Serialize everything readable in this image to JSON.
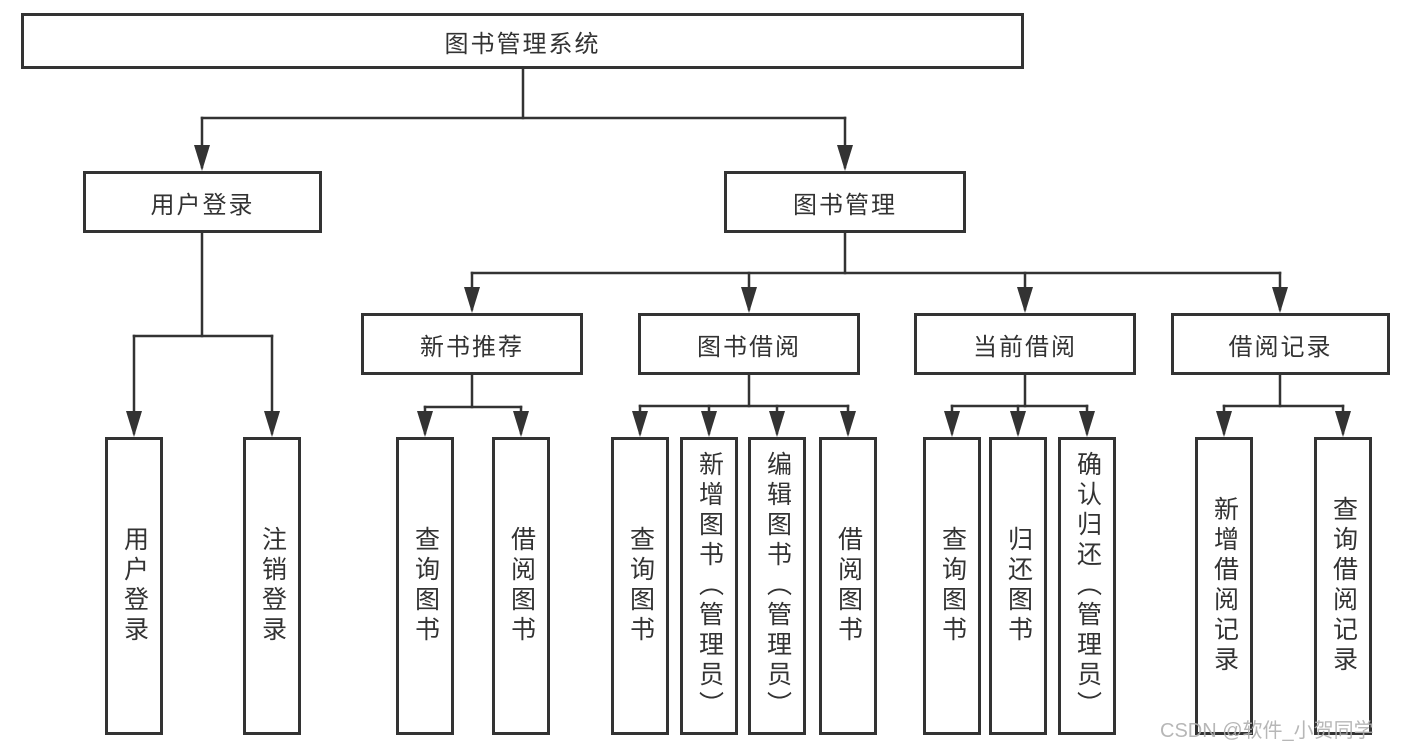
{
  "diagram_title": "图书管理系统",
  "nodes": {
    "root": "图书管理系统",
    "user_login": "用户登录",
    "book_mgmt": "图书管理",
    "new_book_rec": "新书推荐",
    "book_borrow": "图书借阅",
    "current_borrow": "当前借阅",
    "borrow_record": "借阅记录",
    "leaf_user_login": "用户登录",
    "leaf_logout": "注销登录",
    "leaf_query_book_rec": "查询图书",
    "leaf_borrow_book_rec": "借阅图书",
    "leaf_query_book_borrow": "查询图书",
    "leaf_add_book": "新增图书（管理员）",
    "leaf_edit_book": "编辑图书（管理员）",
    "leaf_borrow_book": "借阅图书",
    "leaf_query_book_current": "查询图书",
    "leaf_return_book": "归还图书",
    "leaf_confirm_return": "确认归还（管理员）",
    "leaf_add_record": "新增借阅记录",
    "leaf_query_record": "查询借阅记录"
  },
  "hierarchy": {
    "root": "图书管理系统",
    "children": [
      {
        "label": "用户登录",
        "children": [
          "用户登录",
          "注销登录"
        ]
      },
      {
        "label": "图书管理",
        "children": [
          {
            "label": "新书推荐",
            "children": [
              "查询图书",
              "借阅图书"
            ]
          },
          {
            "label": "图书借阅",
            "children": [
              "查询图书",
              "新增图书（管理员）",
              "编辑图书（管理员）",
              "借阅图书"
            ]
          },
          {
            "label": "当前借阅",
            "children": [
              "查询图书",
              "归还图书",
              "确认归还（管理员）"
            ]
          },
          {
            "label": "借阅记录",
            "children": [
              "新增借阅记录",
              "查询借阅记录"
            ]
          }
        ]
      }
    ]
  },
  "watermark": "CSDN @软件_小贺同学",
  "colors": {
    "line": "#333333",
    "text": "#333333",
    "box_background": "#ffffff",
    "page_background": "#ffffff",
    "watermark": "#b0b0b0"
  }
}
